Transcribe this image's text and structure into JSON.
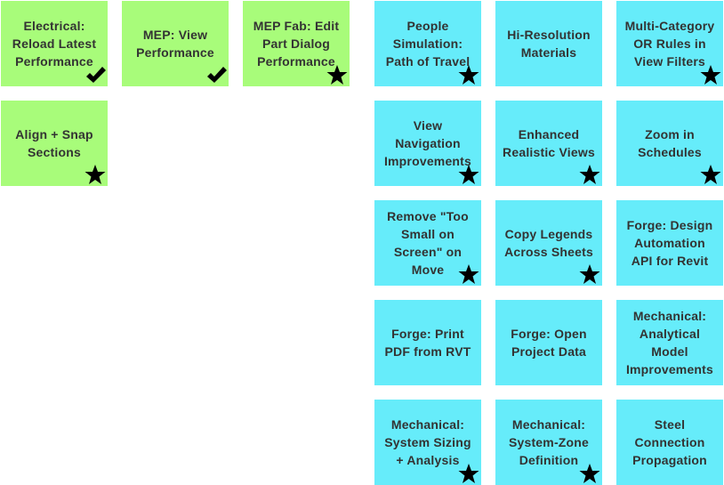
{
  "colors": {
    "green": "#a8fc7a",
    "cyan": "#66ecfa"
  },
  "green_cards": [
    {
      "label": "Electrical:\nReload Latest\nPerformance",
      "icon": "check"
    },
    {
      "label": "MEP: View\nPerformance",
      "icon": "check"
    },
    {
      "label": "MEP Fab: Edit\nPart Dialog\nPerformance",
      "icon": "star"
    },
    {
      "label": "Align + Snap\nSections",
      "icon": "star"
    }
  ],
  "cyan_cards": [
    {
      "label": "People\nSimulation:\nPath of Travel",
      "icon": "star"
    },
    {
      "label": "Hi-Resolution\nMaterials",
      "icon": ""
    },
    {
      "label": "Multi-Category\nOR Rules in\nView Filters",
      "icon": "star"
    },
    {
      "label": "View\nNavigation\nImprovements",
      "icon": "star"
    },
    {
      "label": "Enhanced\nRealistic Views",
      "icon": "star"
    },
    {
      "label": "Zoom in\nSchedules",
      "icon": "star"
    },
    {
      "label": "Remove \"Too\nSmall on\nScreen\" on\nMove",
      "icon": "star"
    },
    {
      "label": "Copy Legends\nAcross Sheets",
      "icon": "star"
    },
    {
      "label": "Forge: Design\nAutomation\nAPI for Revit",
      "icon": ""
    },
    {
      "label": "Forge: Print\nPDF from RVT",
      "icon": ""
    },
    {
      "label": "Forge: Open\nProject Data",
      "icon": ""
    },
    {
      "label": "Mechanical:\nAnalytical\nModel\nImprovements",
      "icon": ""
    },
    {
      "label": "Mechanical:\nSystem Sizing\n+ Analysis",
      "icon": "star"
    },
    {
      "label": "Mechanical:\nSystem-Zone\nDefinition",
      "icon": "star"
    },
    {
      "label": "Steel\nConnection\nPropagation",
      "icon": ""
    }
  ]
}
